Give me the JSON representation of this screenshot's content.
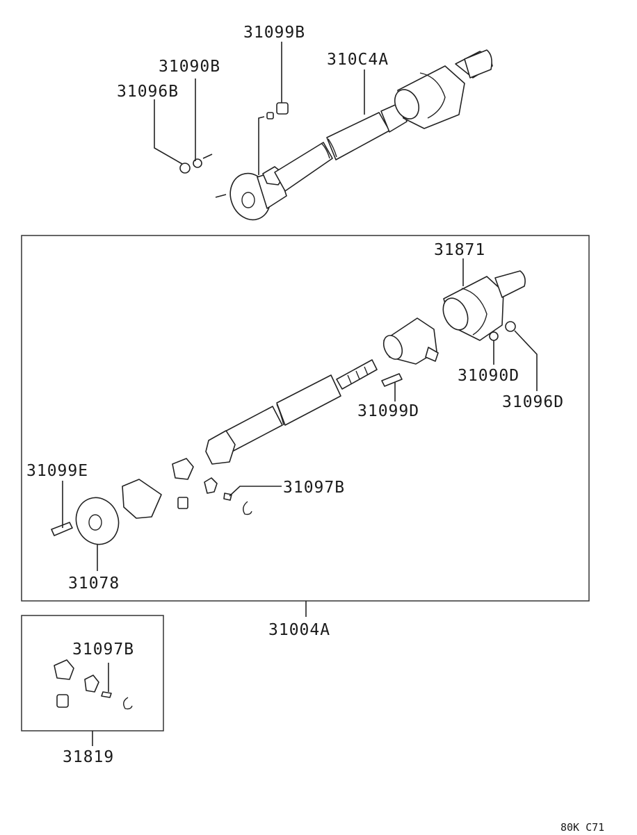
{
  "labels": {
    "l_31099B": "31099B",
    "l_31090B": "31090B",
    "l_31096B": "31096B",
    "l_310C4A": "310C4A",
    "l_31871": "31871",
    "l_31090D": "31090D",
    "l_31096D": "31096D",
    "l_31099D": "31099D",
    "l_31099E": "31099E",
    "l_31097B_main": "31097B",
    "l_31078": "31078",
    "l_31004A": "31004A",
    "l_31097B_small": "31097B",
    "l_31819": "31819"
  },
  "corner_code": "80K C71"
}
